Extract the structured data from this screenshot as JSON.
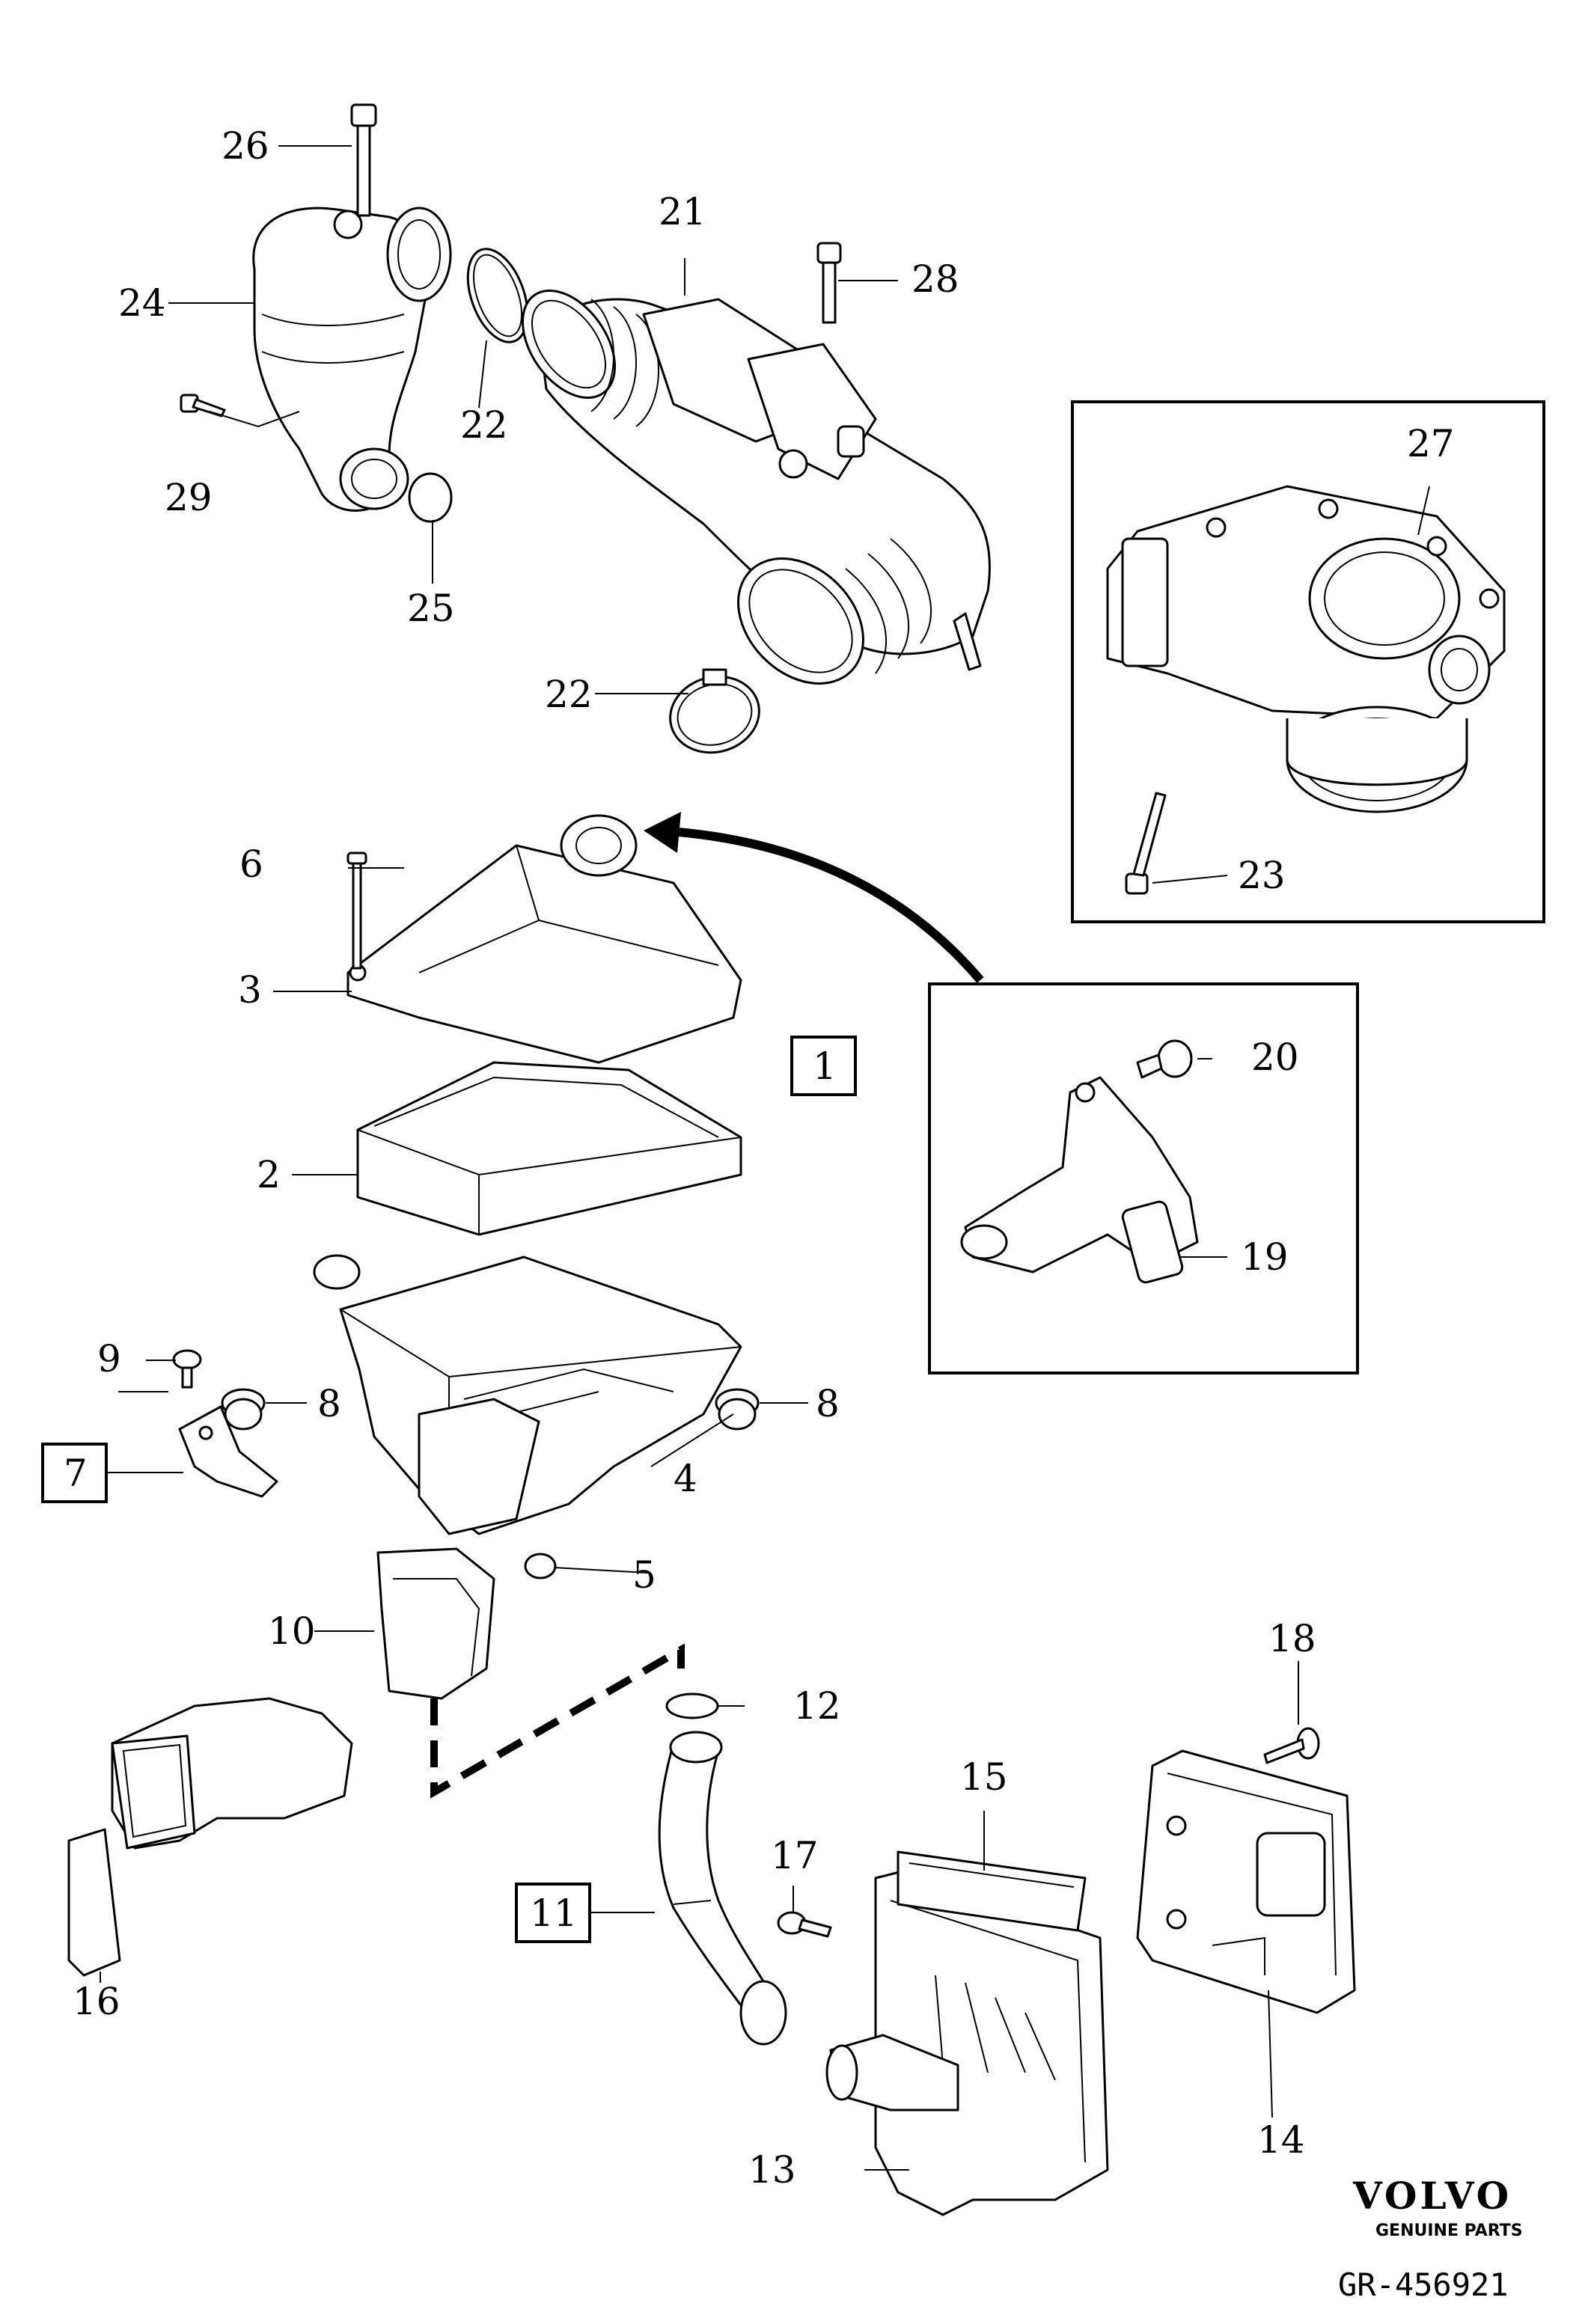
{
  "callouts": {
    "c2": "2",
    "c3": "3",
    "c4": "4",
    "c5": "5",
    "c6": "6",
    "c8a": "8",
    "c8b": "8",
    "c9": "9",
    "c10": "10",
    "c12": "12",
    "c13": "13",
    "c14": "14",
    "c15": "15",
    "c16": "16",
    "c17": "17",
    "c18": "18",
    "c19": "19",
    "c20": "20",
    "c21": "21",
    "c22a": "22",
    "c22b": "22",
    "c23": "23",
    "c24": "24",
    "c25": "25",
    "c26": "26",
    "c27": "27",
    "c28": "28",
    "c29": "29"
  },
  "boxed_callouts": {
    "b1": "1",
    "b7": "7",
    "b11": "11"
  },
  "brand": {
    "name": "VOLVO",
    "tagline": "GENUINE PARTS"
  },
  "reference": "GR-456921"
}
